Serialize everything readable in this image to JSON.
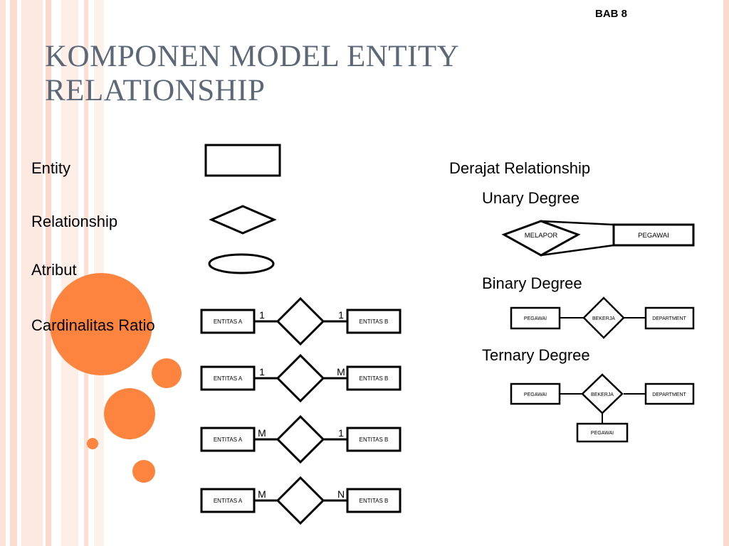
{
  "slide": {
    "chapter": "BAB 8",
    "title_line1": "KOMPONEN MODEL ENTITY",
    "title_line2": "RELATIONSHIP"
  },
  "legend": {
    "entity": "Entity",
    "relationship": "Relationship",
    "attribute": "Atribut",
    "cardinality": "Cardinalitas Ratio"
  },
  "cardinality_rows": [
    {
      "left": "ENTITAS A",
      "right": "ENTITAS B",
      "card_left": "1",
      "card_right": "1"
    },
    {
      "left": "ENTITAS A",
      "right": "ENTITAS B",
      "card_left": "1",
      "card_right": "M"
    },
    {
      "left": "ENTITAS A",
      "right": "ENTITAS B",
      "card_left": "M",
      "card_right": "1"
    },
    {
      "left": "ENTITAS A",
      "right": "ENTITAS B",
      "card_left": "M",
      "card_right": "N"
    }
  ],
  "degree": {
    "heading": "Derajat Relationship",
    "unary": {
      "label": "Unary Degree",
      "relationship": "MELAPOR",
      "entity": "PEGAWAI"
    },
    "binary": {
      "label": "Binary Degree",
      "left": "PEGAWAI",
      "relationship": "BEKERJA",
      "right": "DEPARTMENT"
    },
    "ternary": {
      "label": "Ternary Degree",
      "left": "PEGAWAI",
      "relationship": "BEKERJA",
      "right": "DEPARTMENT",
      "bottom": "PEGAWAI"
    }
  },
  "colors": {
    "accent": "#fd843e",
    "title": "#5d6877",
    "stripe": "#fbd9cc"
  }
}
